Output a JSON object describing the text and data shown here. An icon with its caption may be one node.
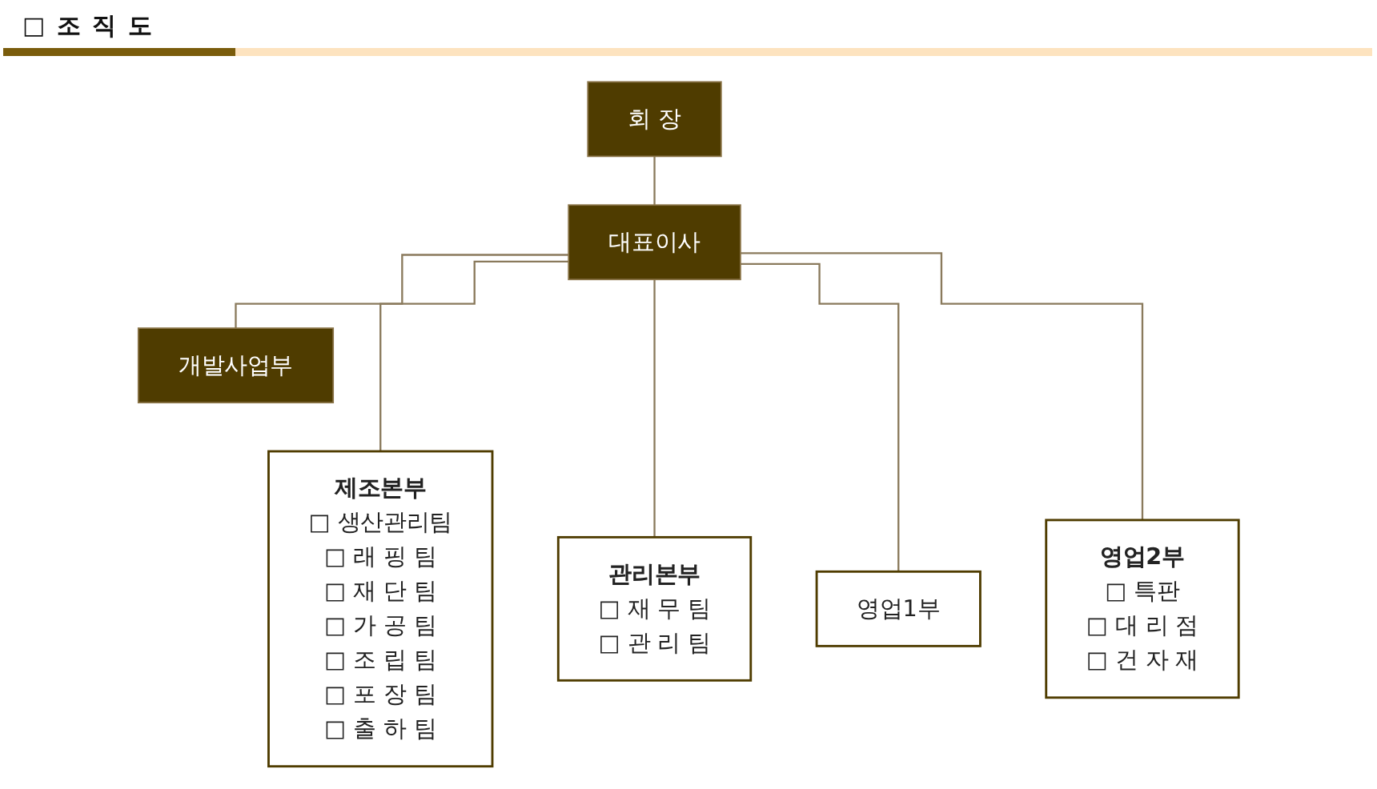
{
  "diagram": {
    "title": "□ 조 직 도",
    "nodes": [
      {
        "text": [
          "회 장"
        ]
      },
      {
        "text": [
          "대표이사"
        ]
      },
      {
        "text": [
          "개발사업부"
        ]
      },
      {
        "text": [
          "제조본부",
          "□ 생산관리팀",
          "□ 래 핑 팀",
          "□ 재 단 팀",
          "□ 가 공 팀",
          "□ 조 립 팀",
          "□ 포 장 팀",
          "□ 출 하 팀"
        ]
      },
      {
        "text": [
          "관리본부",
          "□ 재 무 팀",
          "□ 관 리 팀"
        ]
      },
      {
        "text": [
          "영업1부"
        ]
      },
      {
        "text": [
          "영업2부",
          "□ 특판",
          "□ 대 리 점",
          "□ 건 자 재"
        ]
      }
    ],
    "edges": [
      {
        "from": 0,
        "to": 1,
        "arrow": "none"
      },
      {
        "from": 1,
        "to": 2,
        "arrow": "none"
      },
      {
        "from": 1,
        "to": 3,
        "arrow": "none"
      },
      {
        "from": 1,
        "to": 4,
        "arrow": "none"
      },
      {
        "from": 1,
        "to": 5,
        "arrow": "none"
      },
      {
        "from": 1,
        "to": 6,
        "arrow": "none"
      }
    ]
  }
}
